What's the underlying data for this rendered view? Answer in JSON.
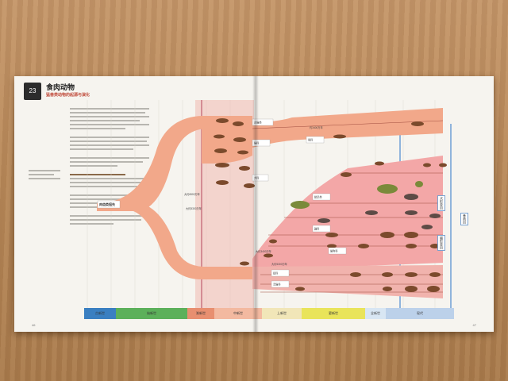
{
  "page": {
    "badge": "23",
    "title": "食肉动物",
    "subtitle": "猛兽类动物的起源与演化"
  },
  "chart": {
    "root_label": "肉齿类祖先",
    "divergence_label": "大约6500万年",
    "labels": {
      "cat_branch_1": "古猫类",
      "cat_branch_2": "猫科",
      "dog_branch": "犬科",
      "bear_branch": "熊科",
      "seal_branch": "鳍足类",
      "weasel_branch": "鼬科",
      "hyena_branch": "鬣狗科",
      "mongoose_branch": "獴科",
      "civet_branch": "灵猫科",
      "ma_label_1": "约3400万年",
      "ma_label_2": "大约3400万年",
      "ma_label_3": "大约5300万年",
      "ma_label_4": "大约5300万年"
    },
    "right_labels": {
      "suborder_1": "犬形亚目",
      "suborder_2": "猫形亚目",
      "order": "食肉目"
    }
  },
  "timeline": {
    "eras": [
      {
        "label": "古新世",
        "color": "#3a7fc1"
      },
      {
        "label": "始新世",
        "color": "#5cb05a"
      },
      {
        "label": "渐新世",
        "color": "#e88f70"
      },
      {
        "label": "中新世",
        "color": "#f3b9a0"
      },
      {
        "label": "上新世",
        "color": "#f1e6b8"
      },
      {
        "label": "更新世",
        "color": "#e9e45a"
      },
      {
        "label": "全新世",
        "color": "#d8e6f3"
      },
      {
        "label": "现代",
        "color": "#bcd1ea"
      }
    ]
  },
  "footer": {
    "left_page": "46",
    "right_page": "47"
  }
}
